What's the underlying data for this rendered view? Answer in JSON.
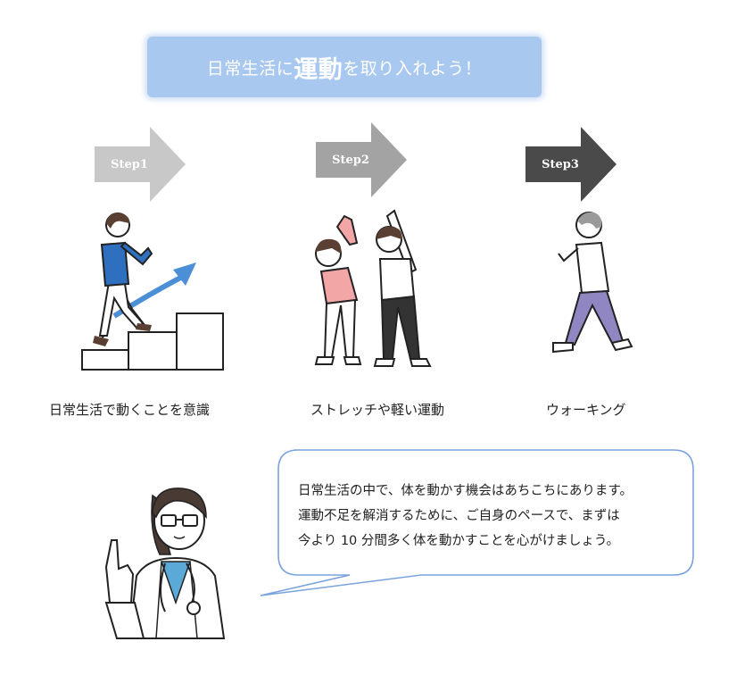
{
  "banner": {
    "prefix": "日常生活に",
    "emphasis": "運動",
    "suffix": "を取り入れよう！"
  },
  "steps": [
    {
      "label": "Step1",
      "caption": "日常生活で動くことを意識",
      "color": "#c8c8c8"
    },
    {
      "label": "Step2",
      "caption": "ストレッチや軽い運動",
      "color": "#a3a3a3"
    },
    {
      "label": "Step3",
      "caption": "ウォーキング",
      "color": "#4a4a4a"
    }
  ],
  "advice": {
    "lines": [
      "日常生活の中で、体を動かす機会はあちこちにあります。",
      "運動不足を解消するために、ご自身のペースで、まずは",
      "今より 10 分間多く体を動かすことを心がけましょう。"
    ]
  },
  "colors": {
    "banner_bg": "#a9c8f0",
    "bubble_border": "#7aa3de",
    "jacket_blue": "#2e6fc0",
    "arrow_blue": "#4b8fd6",
    "shirt_pink": "#f2a6a6",
    "pants_purple": "#8f86c2"
  }
}
